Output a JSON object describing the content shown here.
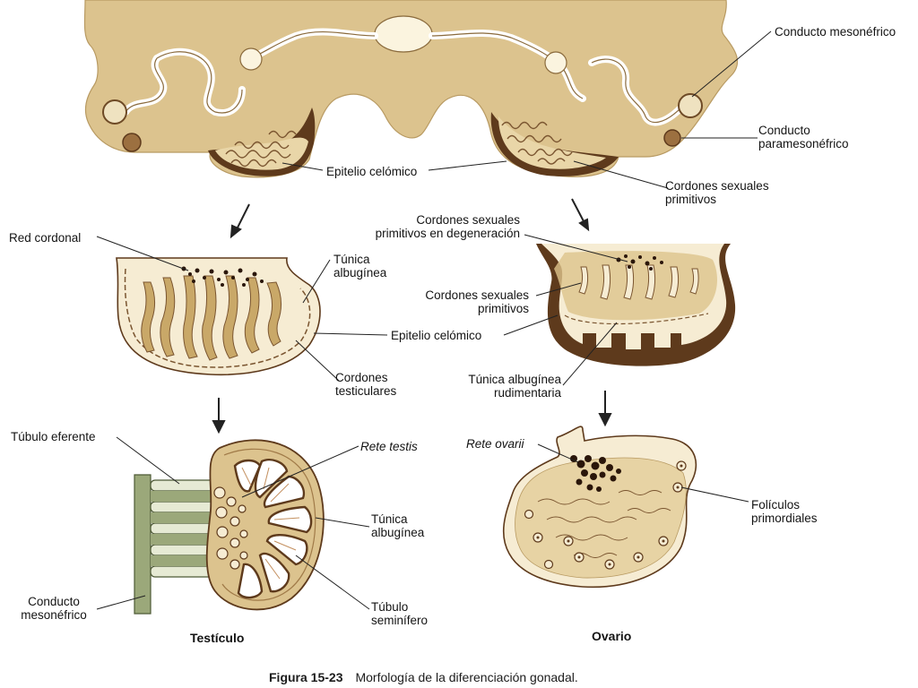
{
  "labels": {
    "conducto_mesonefrico_top": "Conducto mesonéfrico",
    "conducto_paramesonefrico_1": "Conducto",
    "conducto_paramesonefrico_2": "paramesonéfrico",
    "epitelio_celomico_top": "Epitelio celómico",
    "cordones_sexuales_primitivos_top_1": "Cordones sexuales",
    "cordones_sexuales_primitivos_top_2": "primitivos",
    "red_cordonal": "Red cordonal",
    "cordones_degeneracion_1": "Cordones sexuales",
    "cordones_degeneracion_2": "primitivos en degeneración",
    "tunica_albuginea_mid_1": "Túnica",
    "tunica_albuginea_mid_2": "albugínea",
    "cordones_primitivos_mid_1": "Cordones sexuales",
    "cordones_primitivos_mid_2": "primitivos",
    "epitelio_celomico_mid": "Epitelio celómico",
    "cordones_testiculares_1": "Cordones",
    "cordones_testiculares_2": "testiculares",
    "tunica_rudimentaria_1": "Túnica albugínea",
    "tunica_rudimentaria_2": "rudimentaria",
    "tubulo_eferente": "Túbulo eferente",
    "rete_testis": "Rete testis",
    "rete_ovarii": "Rete ovarii",
    "tunica_albuginea_bottom_1": "Túnica",
    "tunica_albuginea_bottom_2": "albugínea",
    "foliculos_1": "Folículos",
    "foliculos_2": "primordiales",
    "conducto_mesonefrico_bottom_1": "Conducto",
    "conducto_mesonefrico_bottom_2": "mesonéfrico",
    "tubulo_seminifero_1": "Túbulo",
    "tubulo_seminifero_2": "seminífero"
  },
  "titles": {
    "testiculo": "Testículo",
    "ovario": "Ovario"
  },
  "caption": {
    "number": "Figura 15-23",
    "text": "Morfología de la diferenciación gonadal."
  },
  "colors": {
    "tissue": "#ddc48c",
    "tissue_light": "#f6ecd3",
    "tissue_dark": "#5e3a1c",
    "cord": "#c9a868",
    "cord_edge": "#7a5530",
    "background": "#ffffff",
    "line": "#222222"
  }
}
